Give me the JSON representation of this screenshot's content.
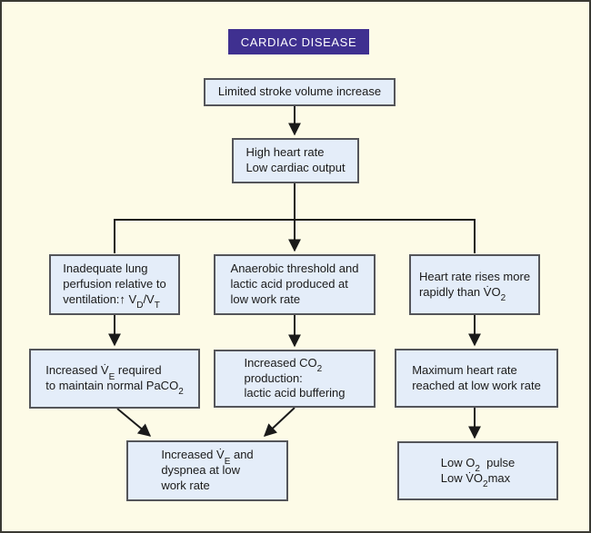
{
  "colors": {
    "background": "#FDFBE7",
    "node_fill": "#E4EDF9",
    "node_border": "#54555A",
    "line": "#1A1A1A",
    "title_fill": "#3F3090",
    "title_text": "#FFFFFF",
    "outer_border": "#3A3A33"
  },
  "flowchart": {
    "title": "CARDIAC DISEASE",
    "nodes": {
      "limited_stroke": {
        "lines": [
          [
            {
              "t": "Limited stroke volume increase"
            }
          ]
        ]
      },
      "high_heart_rate": {
        "lines": [
          [
            {
              "t": "High heart rate"
            }
          ],
          [
            {
              "t": "Low cardiac output"
            }
          ]
        ]
      },
      "lung_perfusion": {
        "lines": [
          [
            {
              "t": "Inadequate lung"
            }
          ],
          [
            {
              "t": "perfusion relative to"
            }
          ],
          [
            {
              "t": "ventilation:↑ V"
            },
            {
              "sub": "D"
            },
            {
              "t": "/V"
            },
            {
              "sub": "T"
            }
          ]
        ]
      },
      "anaerobic_threshold": {
        "lines": [
          [
            {
              "t": "Anaerobic threshold and"
            }
          ],
          [
            {
              "t": "lactic acid produced at"
            }
          ],
          [
            {
              "t": "low work rate"
            }
          ]
        ]
      },
      "heart_rate_rises": {
        "lines": [
          [
            {
              "t": "Heart rate rises more"
            }
          ],
          [
            {
              "t": "rapidly than V̇O"
            },
            {
              "sub": "2"
            }
          ]
        ]
      },
      "increased_ve": {
        "lines": [
          [
            {
              "t": "Increased V̇"
            },
            {
              "sub": "E"
            },
            {
              "t": " required"
            }
          ],
          [
            {
              "t": "to maintain normal PaCO"
            },
            {
              "sub": "2"
            }
          ]
        ]
      },
      "increased_co2": {
        "lines": [
          [
            {
              "t": "Increased CO"
            },
            {
              "sub": "2"
            }
          ],
          [
            {
              "t": "production:"
            }
          ],
          [
            {
              "t": "lactic acid buffering"
            }
          ]
        ]
      },
      "max_heart_rate": {
        "lines": [
          [
            {
              "t": "Maximum heart rate"
            }
          ],
          [
            {
              "t": "reached at low work rate"
            }
          ]
        ]
      },
      "dyspnea": {
        "lines": [
          [
            {
              "t": "Increased V̇"
            },
            {
              "sub": "E"
            },
            {
              "t": " and"
            }
          ],
          [
            {
              "t": "dyspnea at low"
            }
          ],
          [
            {
              "t": "work rate"
            }
          ]
        ]
      },
      "low_o2": {
        "lines": [
          [
            {
              "t": "Low O"
            },
            {
              "sub": "2"
            },
            {
              "t": "  pulse"
            }
          ],
          [
            {
              "t": "Low V̇O"
            },
            {
              "sub": "2"
            },
            {
              "t": "max"
            }
          ]
        ]
      }
    }
  }
}
